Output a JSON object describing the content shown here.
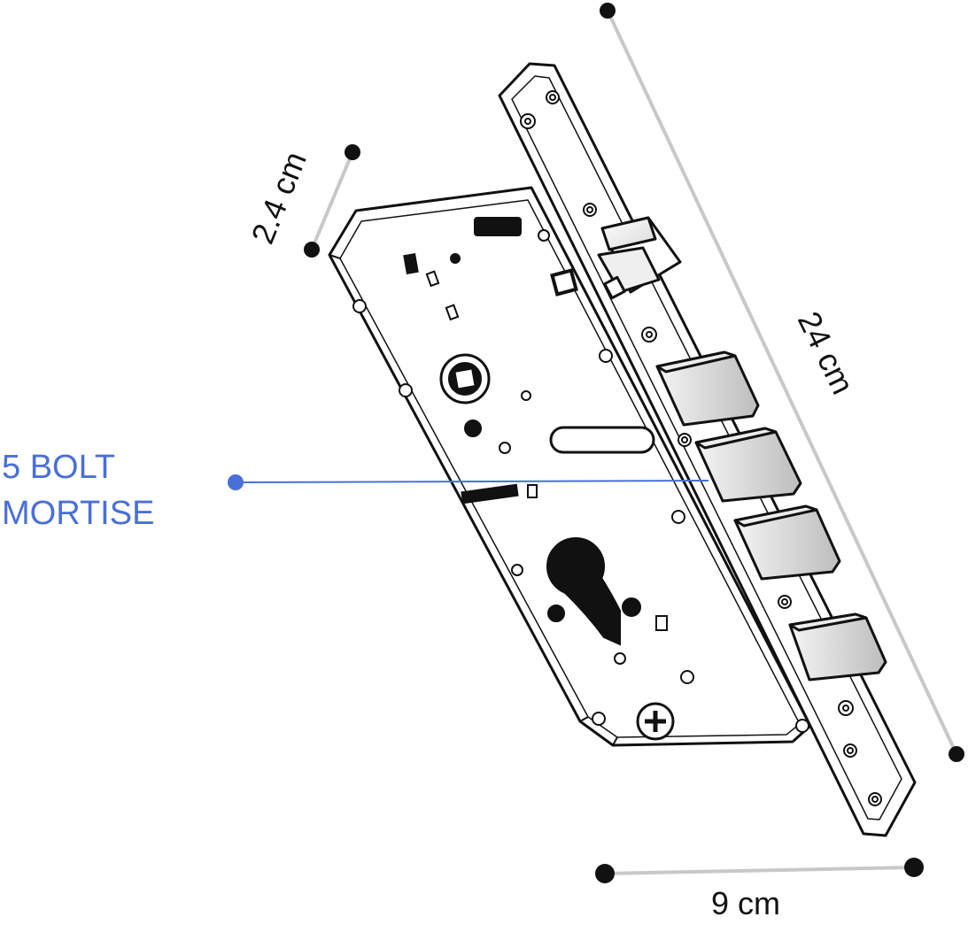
{
  "callout": {
    "line1": "5 BOLT",
    "line2": "MORTISE",
    "color": "#4a6fd8"
  },
  "dimensions": {
    "height": "24 cm",
    "width": "9 cm",
    "depth": "2.4 cm",
    "line_color": "#c8c8c8"
  },
  "bolt_count": 5
}
